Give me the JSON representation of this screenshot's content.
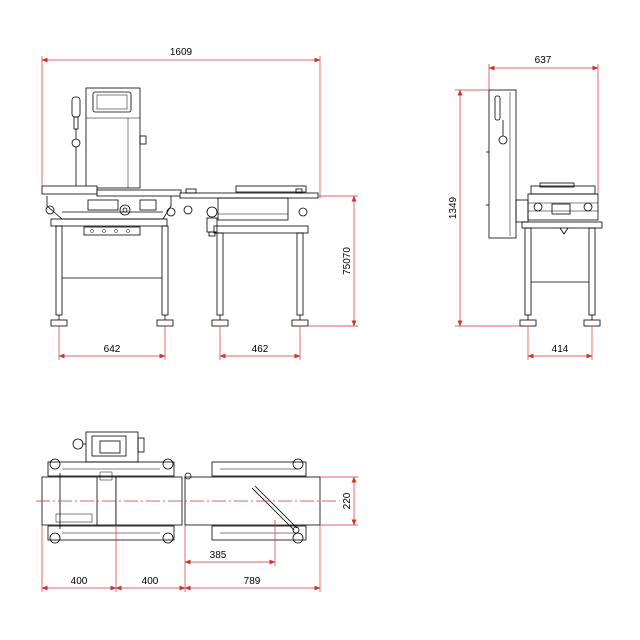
{
  "colors": {
    "line": "#000000",
    "dimension": "#d23030",
    "background": "#ffffff"
  },
  "front_view": {
    "overall_length": "1609",
    "infeed_leg_span": "642",
    "conveyor_leg_span": "462",
    "conveyor_height": "75070"
  },
  "side_view": {
    "overall_width": "637",
    "total_height": "1349",
    "leg_span": "414"
  },
  "top_view": {
    "belt_width": "220",
    "reject_offset": "385",
    "section_1_length": "400",
    "section_2_length": "400",
    "section_3_length": "789"
  }
}
